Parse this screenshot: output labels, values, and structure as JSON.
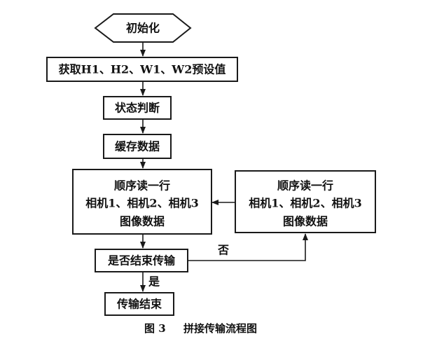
{
  "nodes": {
    "init": "初始化",
    "get_presets": "获取H1、H2、W1、W2预设值",
    "state_judge": "状态判断",
    "cache_data": "缓存数据",
    "read_row_left": [
      "顺序读一行",
      "相机1、相机2、相机3",
      "图像数据"
    ],
    "read_row_right": [
      "顺序读一行",
      "相机1、相机2、相机3",
      "图像数据"
    ],
    "end_check": "是否结束传输",
    "transfer_end": "传输结束"
  },
  "edges": {
    "no_label": "否",
    "yes_label": "是"
  },
  "caption": {
    "figure_number": "图 3",
    "title": "拼接传输流程图"
  }
}
